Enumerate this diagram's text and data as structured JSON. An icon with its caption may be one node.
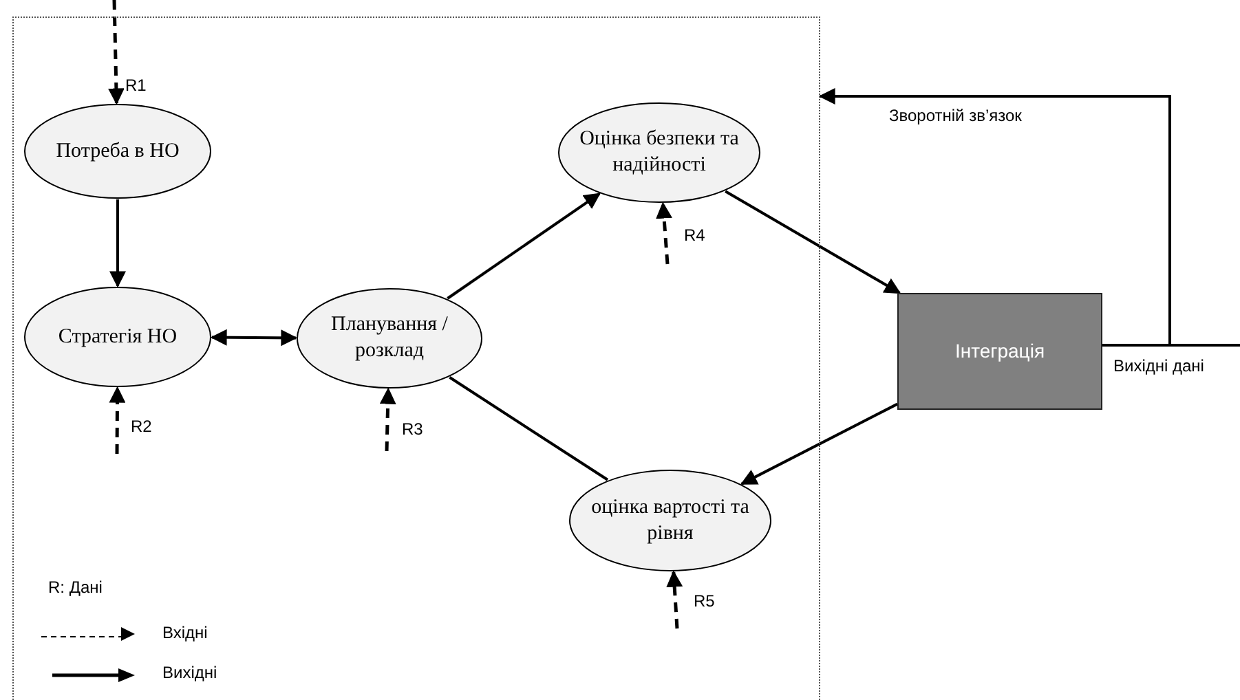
{
  "diagram": {
    "nodes": [
      {
        "text": [],
        "shape": "box"
      },
      {
        "text": [
          "Потреба в НО"
        ],
        "in": 0
      },
      {
        "text": [
          "Стратегія НО"
        ],
        "in": 0
      },
      {
        "text": [
          "Планування /розклад"
        ],
        "in": 0
      },
      {
        "text": [
          "Оцінка безпеки та надійності"
        ],
        "in": 0
      },
      {
        "text": [
          "оцінка вартості та рівня"
        ],
        "in": 0
      },
      {
        "text": [
          "Інтеграція"
        ]
      }
    ],
    "edges": [
      {
        "from": null,
        "to": 1,
        "arrow": "to",
        "style": "dashed",
        "label": "R1"
      },
      {
        "from": 1,
        "to": 2,
        "arrow": "to"
      },
      {
        "from": null,
        "to": 2,
        "arrow": "to",
        "style": "dashed",
        "label": "R2"
      },
      {
        "from": 2,
        "to": 3,
        "arrow": "both"
      },
      {
        "from": null,
        "to": 3,
        "arrow": "to",
        "style": "dashed",
        "label": "R3"
      },
      {
        "from": 3,
        "to": 4,
        "arrow": "to"
      },
      {
        "from": 3,
        "to": 5,
        "arrow": "none"
      },
      {
        "from": null,
        "to": 4,
        "arrow": "to",
        "style": "dashed",
        "label": "R4"
      },
      {
        "from": 4,
        "to": 6,
        "arrow": "to"
      },
      {
        "from": 6,
        "to": 5,
        "arrow": "to"
      },
      {
        "from": null,
        "to": 5,
        "arrow": "to",
        "style": "dashed",
        "label": "R5"
      },
      {
        "from": 6,
        "to": null,
        "arrow": "none",
        "label": "Вихідні дані"
      },
      {
        "from": 6,
        "to": 0,
        "arrow": "to",
        "label": "Зворотній зв’язок"
      }
    ],
    "labels": [
      "R: Дані"
    ],
    "legend": [
      {
        "text": "Вхідні"
      },
      {
        "text": "Вихідні"
      }
    ]
  }
}
